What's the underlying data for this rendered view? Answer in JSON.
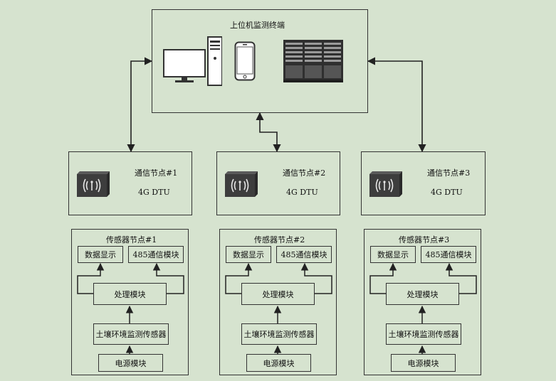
{
  "monitor": {
    "title": "上位机监测终端"
  },
  "comm_nodes": [
    {
      "title": "通信节点#1",
      "device": "4G DTU"
    },
    {
      "title": "通信节点#2",
      "device": "4G DTU"
    },
    {
      "title": "通信节点#3",
      "device": "4G DTU"
    }
  ],
  "sensor_nodes": [
    {
      "title": "传感器节点#1",
      "display": "数据显示",
      "comm": "485通信模块",
      "process": "处理模块",
      "sensor": "土壤环境监测传感器",
      "power": "电源模块"
    },
    {
      "title": "传感器节点#2",
      "display": "数据显示",
      "comm": "485通信模块",
      "process": "处理模块",
      "sensor": "土壤环境监测传感器",
      "power": "电源模块"
    },
    {
      "title": "传感器节点#3",
      "display": "数据显示",
      "comm": "485通信模块",
      "process": "处理模块",
      "sensor": "土壤环境监测传感器",
      "power": "电源模块"
    }
  ],
  "icons": {
    "pc": "desktop-computer-icon",
    "phone": "smartphone-icon",
    "server": "server-rack-icon",
    "dtu": "dtu-wireless-icon"
  },
  "colors": {
    "background": "#d6e3cf",
    "line": "#333333",
    "device": "#3d3d3d"
  }
}
